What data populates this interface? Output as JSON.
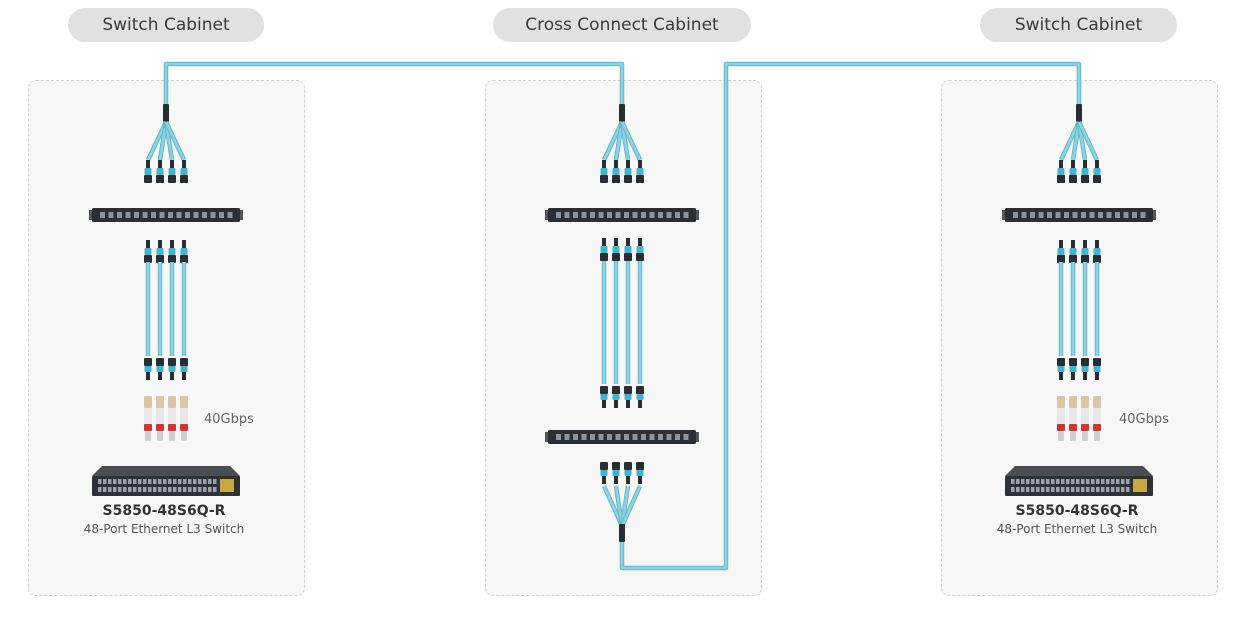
{
  "cabinets": [
    {
      "title": "Switch Cabinet",
      "switch_model": "S5850-48S6Q-R",
      "switch_desc": "48-Port Ethernet L3 Switch",
      "speed": "40Gbps"
    },
    {
      "title": "Cross Connect Cabinet"
    },
    {
      "title": "Switch Cabinet",
      "switch_model": "S5850-48S6Q-R",
      "switch_desc": "48-Port Ethernet L3 Switch",
      "speed": "40Gbps"
    }
  ],
  "icons": {
    "trunk": "mtp-trunk-cable-icon",
    "fanout": "mtp-fanout-cable-icon",
    "connector": "mtp-connector-icon",
    "panel": "patch-panel-icon",
    "transceiver": "qsfp-transceiver-icon",
    "switch": "ethernet-switch-icon"
  },
  "colors": {
    "fiber": "#8fd3e0",
    "fiber_edge": "#5fb8c9",
    "connector_body": "#2a2d31",
    "connector_boot": "#3fb6cf",
    "panel": "#2b2e33",
    "transceiver_tab": "#d5332e",
    "cabinet_fill": "#f7f7f7",
    "pill_fill": "#e1e1e1"
  }
}
